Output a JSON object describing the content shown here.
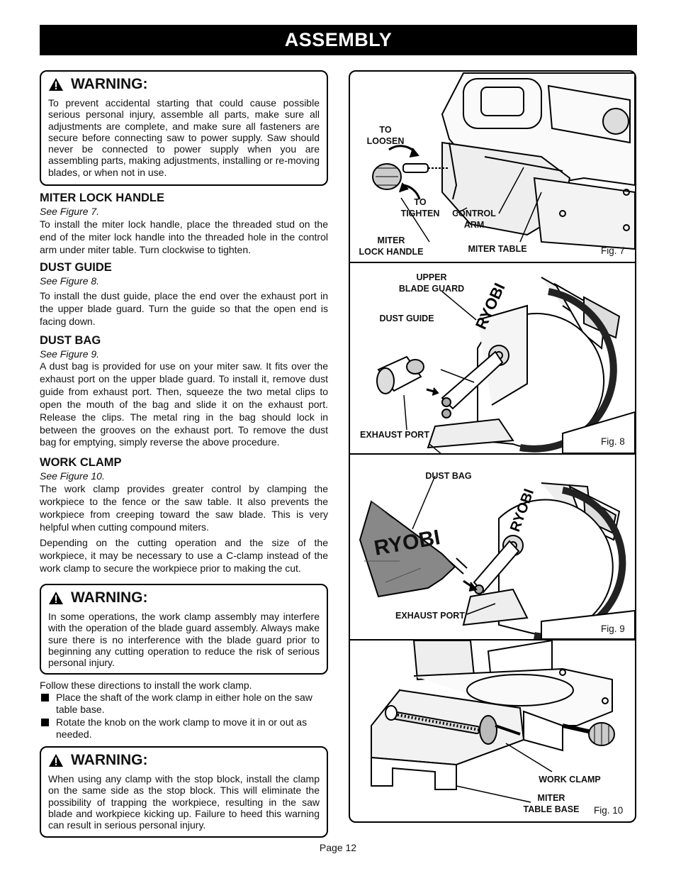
{
  "title": "ASSEMBLY",
  "icons": {
    "warning": "warning-triangle-icon"
  },
  "warnings": [
    {
      "label": "WARNING:",
      "text": "To prevent accidental starting that could cause possible serious personal injury, assemble all parts, make sure all adjustments are complete, and make sure all fasteners are secure before connecting saw to power supply. Saw should never be connected to power supply when you are assembling parts, making adjustments, installing or re-moving blades, or when not in use."
    },
    {
      "label": "WARNING:",
      "text": "In some operations, the work clamp assembly may interfere with the operation of the blade guard assembly. Always make sure there is no interference with the blade guard prior to beginning any cutting operation to reduce the risk of serious personal injury."
    },
    {
      "label": "WARNING:",
      "text": "When using any clamp with the stop block, install the clamp on the same side as the stop block. This will eliminate the possibility of trapping the workpiece, resulting in the saw blade and workpiece kicking up. Failure to heed this warning can result in serious personal injury."
    }
  ],
  "sections": {
    "miter_lock": {
      "title": "MITER LOCK HANDLE",
      "see": "See Figure 7.",
      "text": "To install the miter lock handle, place the threaded stud on the end of the miter lock handle into the threaded hole in the control arm under miter table. Turn clockwise to tighten."
    },
    "dust_guide": {
      "title": "DUST GUIDE",
      "see": "See Figure 8.",
      "text": "To install the dust guide, place the end over the exhaust port in the upper blade guard. Turn the guide so that the open end is facing down."
    },
    "dust_bag": {
      "title": "DUST BAG",
      "see": "See Figure 9.",
      "text": "A dust bag is provided for use on your miter saw. It fits over the exhaust port on the upper blade guard. To install it, remove dust guide from exhaust port. Then, squeeze the two metal clips to open the mouth of the bag and slide it on the exhaust port. Release the clips. The metal ring in the bag should lock in between the grooves on the exhaust port. To remove the dust bag for emptying, simply reverse the above procedure."
    },
    "work_clamp": {
      "title": "WORK CLAMP",
      "see": "See Figure 10.",
      "text1": "The work clamp provides greater control by clamping the workpiece to the fence or the saw table. It also prevents the workpiece from creeping toward the saw blade. This is very helpful when cutting compound miters.",
      "text2": "Depending on the cutting operation and the size of the workpiece, it may be necessary to use a C-clamp instead of the work clamp to secure the workpiece prior to making the cut."
    }
  },
  "directions": {
    "intro": "Follow these directions to install the work clamp.",
    "bullets": [
      "Place the shaft of the work clamp in either hole on the saw table base.",
      "Rotate the knob on the work clamp to move it in or out as needed."
    ]
  },
  "figures": {
    "fig7": {
      "number": "Fig. 7",
      "labels": {
        "to_loosen": "TO\nLOOSEN",
        "to_tighten": "TO\nTIGHTEN",
        "control_arm": "CONTROL\nARM",
        "miter_lock_handle": "MITER\nLOCK HANDLE",
        "miter_table": "MITER TABLE"
      }
    },
    "fig8": {
      "number": "Fig. 8",
      "labels": {
        "upper_blade_guard": "UPPER\nBLADE GUARD",
        "dust_guide": "DUST GUIDE",
        "exhaust_port": "EXHAUST PORT"
      },
      "logo": "RYOBI"
    },
    "fig9": {
      "number": "Fig. 9",
      "labels": {
        "dust_bag": "DUST BAG",
        "exhaust_port": "EXHAUST PORT"
      },
      "logo": "RYOBI"
    },
    "fig10": {
      "number": "Fig. 10",
      "labels": {
        "work_clamp": "WORK CLAMP",
        "miter_table_base": "MITER\nTABLE BASE"
      }
    }
  },
  "page": "Page 12"
}
